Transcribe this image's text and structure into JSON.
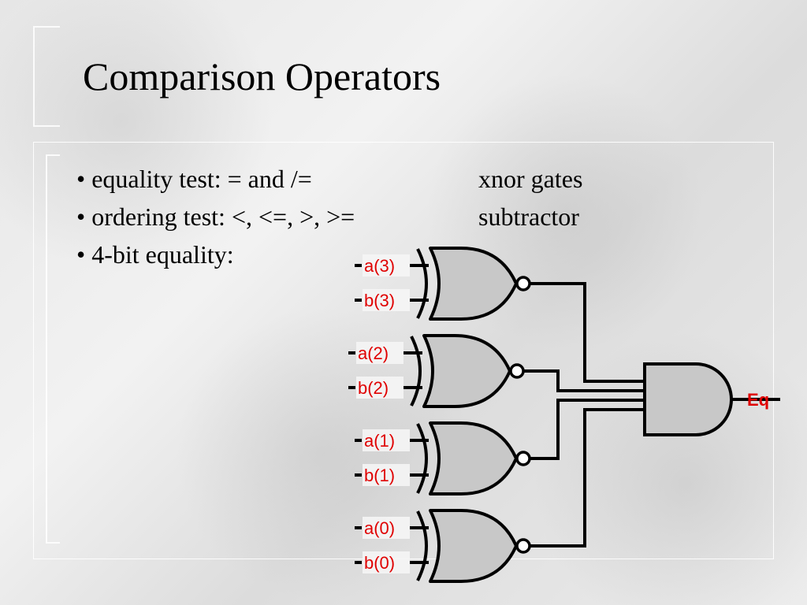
{
  "slide": {
    "title": "Comparison Operators",
    "bullets": [
      {
        "text": "• equality test: = and /=",
        "note": "xnor gates"
      },
      {
        "text": "• ordering test: <, <=, >, >=",
        "note": "subtractor"
      },
      {
        "text": "•  4-bit equality:",
        "note": ""
      }
    ]
  },
  "circuit": {
    "gates": [
      {
        "a": "a(3)",
        "b": "b(3)"
      },
      {
        "a": "a(2)",
        "b": "b(2)"
      },
      {
        "a": "a(1)",
        "b": "b(1)"
      },
      {
        "a": "a(0)",
        "b": "b(0)"
      }
    ],
    "output": "Eq",
    "label_color": "#e00000",
    "gate_fill": "#c8c8c8"
  }
}
